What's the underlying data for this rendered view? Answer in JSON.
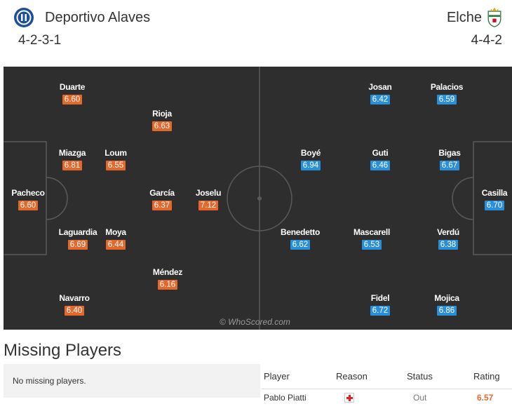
{
  "home": {
    "name": "Deportivo Alaves",
    "formation": "4-2-3-1",
    "crest_icon": "alaves-crest-icon",
    "rating_color": "#e4682b",
    "players": [
      {
        "name": "Duarte",
        "rating": "6.60"
      },
      {
        "name": "Rioja",
        "rating": "6.63"
      },
      {
        "name": "Miazga",
        "rating": "6.81"
      },
      {
        "name": "Loum",
        "rating": "6.55"
      },
      {
        "name": "Pacheco",
        "rating": "6.60"
      },
      {
        "name": "García",
        "rating": "6.37"
      },
      {
        "name": "Joselu",
        "rating": "7.12"
      },
      {
        "name": "Laguardia",
        "rating": "6.69"
      },
      {
        "name": "Moya",
        "rating": "6.44"
      },
      {
        "name": "Méndez",
        "rating": "6.16"
      },
      {
        "name": "Navarro",
        "rating": "6.40"
      }
    ]
  },
  "away": {
    "name": "Elche",
    "formation": "4-4-2",
    "crest_icon": "elche-crest-icon",
    "rating_color": "#2a8fd9",
    "players": [
      {
        "name": "Josan",
        "rating": "6.42"
      },
      {
        "name": "Palacios",
        "rating": "6.59"
      },
      {
        "name": "Boyé",
        "rating": "6.94"
      },
      {
        "name": "Guti",
        "rating": "6.46"
      },
      {
        "name": "Bigas",
        "rating": "6.67"
      },
      {
        "name": "Casilla",
        "rating": "6.70"
      },
      {
        "name": "Benedetto",
        "rating": "6.62"
      },
      {
        "name": "Mascarell",
        "rating": "6.53"
      },
      {
        "name": "Verdú",
        "rating": "6.38"
      },
      {
        "name": "Fidel",
        "rating": "6.72"
      },
      {
        "name": "Mojica",
        "rating": "6.86"
      }
    ]
  },
  "pitch": {
    "background": "#2e2e2e",
    "watermark": "© WhoScored.com"
  },
  "missing": {
    "title": "Missing Players",
    "empty_text": "No missing players.",
    "headers": {
      "player": "Player",
      "reason": "Reason",
      "status": "Status",
      "rating": "Rating"
    },
    "rows": [
      {
        "player": "Pablo Piatti",
        "reason_icon": "injury-cross-icon",
        "status": "Out",
        "rating": "6.57"
      }
    ]
  }
}
